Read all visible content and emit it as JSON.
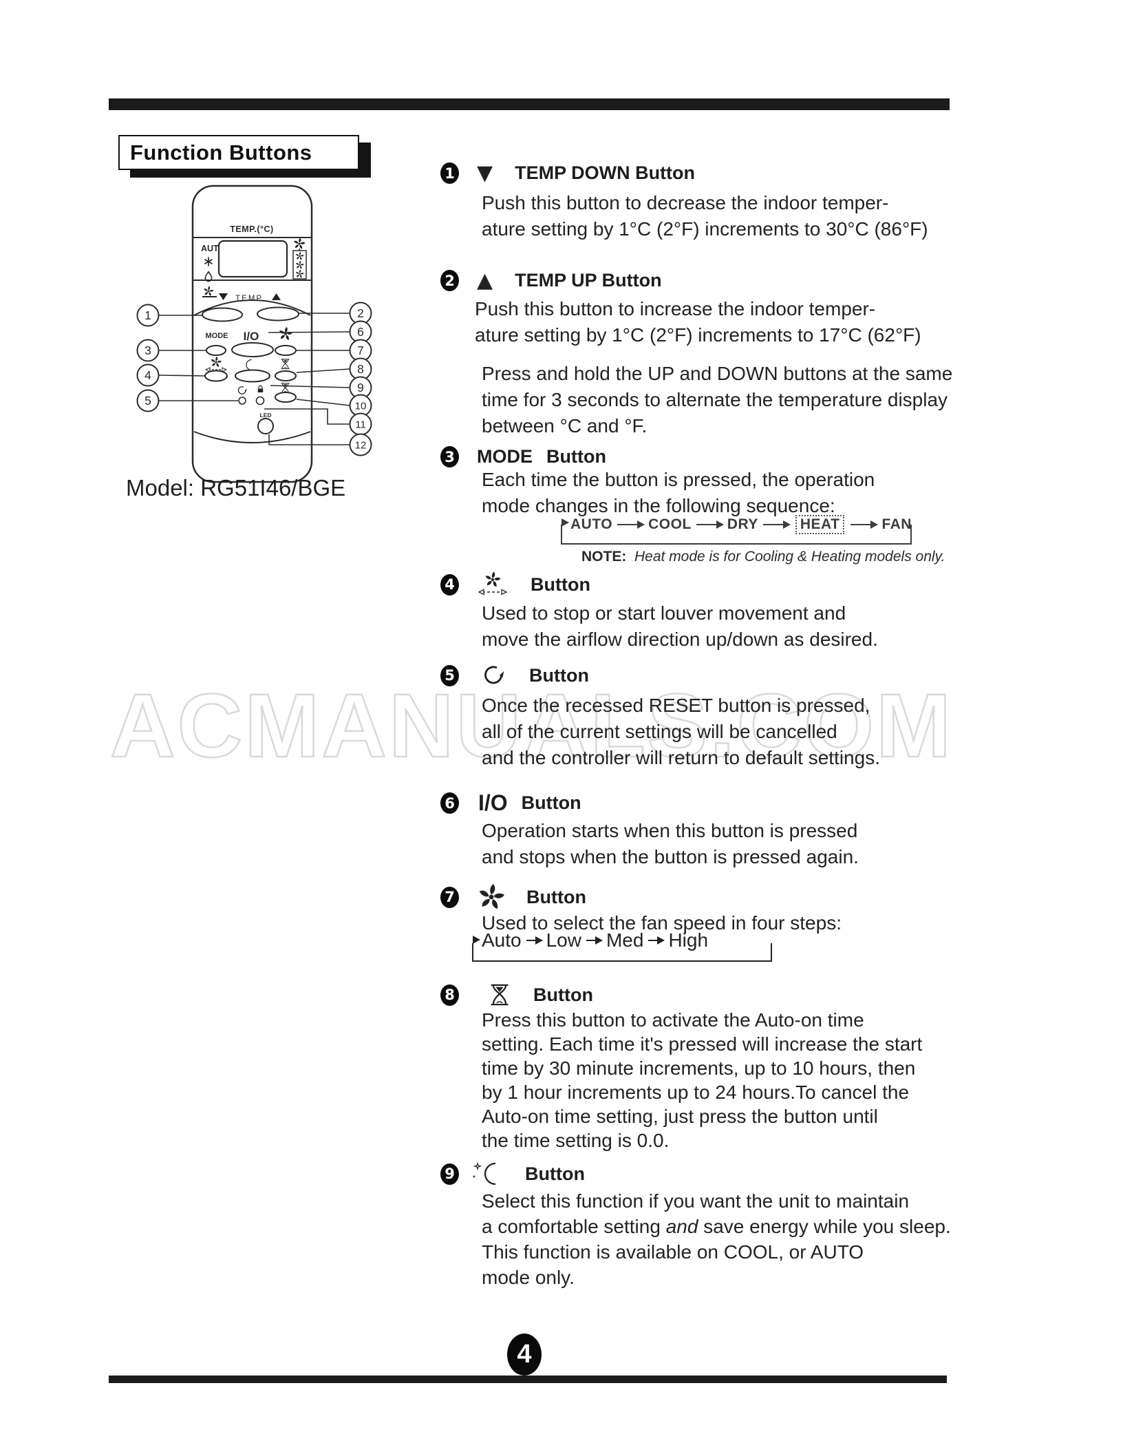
{
  "header": {
    "title": "Function Buttons"
  },
  "page": {
    "watermark": "ACMANUALS.COM",
    "page_number": "4"
  },
  "figure": {
    "model_label": "Model: RG51I46/BGE",
    "remote": {
      "temp_display": "TEMP.(°C)",
      "auto_label": "AUTO",
      "temp_label": "TEMP.",
      "down_glyph": "▼",
      "up_glyph": "▲",
      "mode_label": "MODE",
      "io_label": "I/O",
      "led_label": "LED"
    },
    "callouts": [
      "1",
      "2",
      "3",
      "4",
      "5",
      "6",
      "7",
      "8",
      "9",
      "10",
      "11",
      "12"
    ]
  },
  "items": [
    {
      "num": "1",
      "glyph": "▼",
      "title": "TEMP DOWN Button",
      "lines": [
        "Push this button to decrease the indoor temper-",
        "ature setting by 1°C (2°F) increments to 30°C (86°F)"
      ]
    },
    {
      "num": "2",
      "glyph": "▲",
      "title": "TEMP UP Button",
      "lines": [
        "Push this button to increase the indoor temper-",
        "ature setting by 1°C (2°F) increments to 17°C (62°F)"
      ],
      "para": [
        "Press and hold the UP and DOWN buttons at the same",
        "time for 3 seconds to alternate the temperature display",
        "between °C and °F."
      ]
    },
    {
      "num": "3",
      "label": "MODE",
      "title": "Button",
      "lines": [
        "Each time the button is pressed, the operation",
        "mode changes in the following sequence:"
      ]
    },
    {
      "num": "4",
      "title": "Button",
      "lines": [
        "Used to stop or start louver movement and",
        "move the airflow direction up/down as desired."
      ]
    },
    {
      "num": "5",
      "title": "Button",
      "lines": [
        "Once the recessed RESET button is pressed,",
        "all of the current settings will be cancelled",
        "and the controller will return to default settings."
      ]
    },
    {
      "num": "6",
      "label": "I/O",
      "title": "Button",
      "lines": [
        "Operation starts when this button is pressed",
        "and stops when the button is pressed again."
      ]
    },
    {
      "num": "7",
      "title": "Button",
      "lines": [
        "Used to select the fan speed in four steps:"
      ]
    },
    {
      "num": "8",
      "title": "Button",
      "lines": [
        "Press this button to activate the Auto-on time",
        "setting. Each time it's pressed will increase the start",
        "time by 30 minute increments, up to 10 hours, then",
        "by 1 hour increments up to 24 hours.To cancel the",
        "Auto-on time setting, just press the button until",
        "the time setting is 0.0."
      ]
    },
    {
      "num": "9",
      "title": "Button",
      "line1": "Select this function if you want the unit to maintain",
      "line2": {
        "pre": "a comfortable setting ",
        "em": "and",
        "post": " save energy while you sleep."
      },
      "line3": "This function is available on COOL, or AUTO",
      "line4": "mode only."
    }
  ],
  "mode_diagram": {
    "steps": [
      "AUTO",
      "COOL",
      "DRY",
      "HEAT",
      "FAN"
    ],
    "note_label": "NOTE:",
    "note_text": "Heat mode is for Cooling & Heating  models only."
  },
  "fan_diagram": {
    "steps": [
      "Auto",
      "Low",
      "Med",
      "High"
    ]
  }
}
